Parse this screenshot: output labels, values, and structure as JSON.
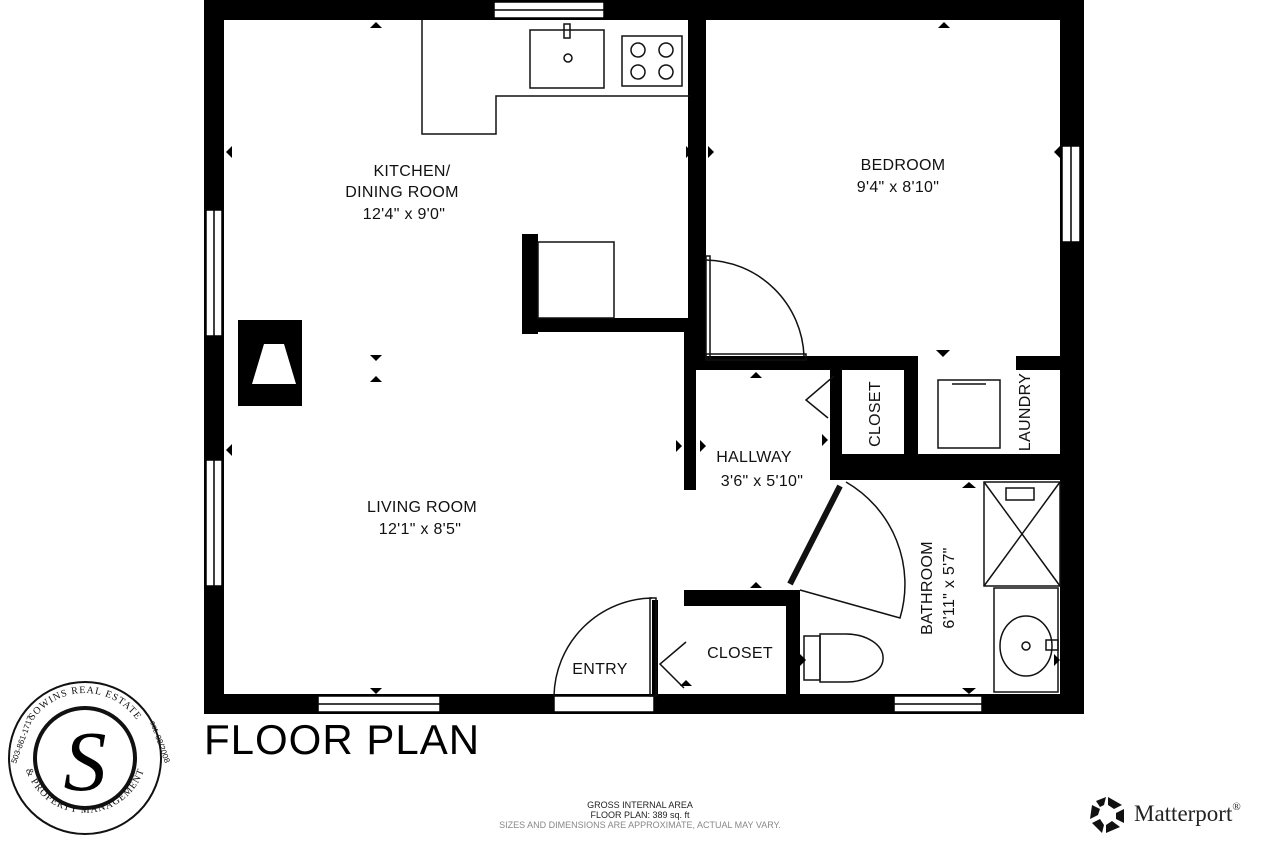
{
  "title": "FLOOR PLAN",
  "rooms": {
    "kitchen_name_1": "KITCHEN/",
    "kitchen_name_2": "DINING ROOM",
    "kitchen_dims": "12'4\" x 9'0\"",
    "bedroom_name": "BEDROOM",
    "bedroom_dims": "9'4\" x 8'10\"",
    "living_name": "LIVING ROOM",
    "living_dims": "12'1\" x 8'5\"",
    "hallway_name": "HALLWAY",
    "hallway_dims": "3'6\" x 5'10\"",
    "closet_hall": "CLOSET",
    "closet_entry": "CLOSET",
    "laundry": "LAUNDRY",
    "entry": "ENTRY",
    "bathroom_name": "BATHROOM",
    "bathroom_dims": "6'11\" x 5'7\""
  },
  "footer": {
    "line1": "GROSS INTERNAL AREA",
    "line2": "FLOOR PLAN: 389 sq. ft",
    "line3": "SIZES AND DIMENSIONS ARE APPROXIMATE, ACTUAL MAY VARY."
  },
  "logo": {
    "top_text": "SOWINS REAL ESTATE",
    "bottom_text": "& PROPERTY MANAGEMENT",
    "left_text": "503-861-1717",
    "right_text": "est. 08/2008",
    "letter": "S"
  },
  "brand": {
    "name": "Matterport",
    "trademark": "®",
    "icon": "matterport-logo-icon"
  },
  "colors": {
    "wall": "#000000",
    "line": "#111111",
    "background": "#ffffff"
  }
}
